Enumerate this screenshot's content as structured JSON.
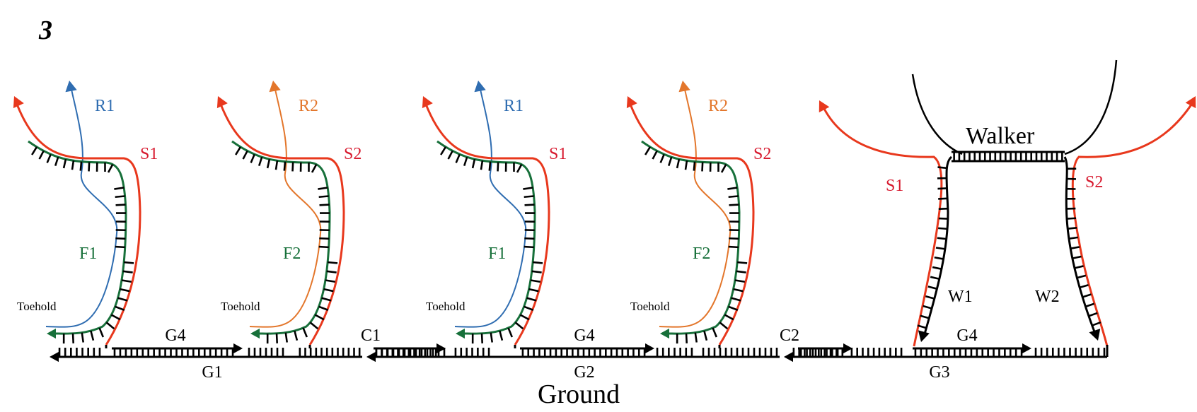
{
  "figure": {
    "panel_number": "3",
    "ground_label": "Ground",
    "walker_label": "Walker"
  },
  "colors": {
    "strand_red": "#e8381d",
    "strand_red_label": "#d7192e",
    "strand_green": "#17703a",
    "strand_blue": "#2f6db1",
    "strand_orange": "#e3762b",
    "backbone": "#000000"
  },
  "units": [
    {
      "fuel": "F1",
      "release": "R1",
      "stator": "S1",
      "toehold": "Toehold",
      "release_color": "blue"
    },
    {
      "fuel": "F2",
      "release": "R2",
      "stator": "S2",
      "toehold": "Toehold",
      "release_color": "orange"
    },
    {
      "fuel": "F1",
      "release": "R1",
      "stator": "S1",
      "toehold": "Toehold",
      "release_color": "blue"
    },
    {
      "fuel": "F2",
      "release": "R2",
      "stator": "S2",
      "toehold": "Toehold",
      "release_color": "orange"
    }
  ],
  "walker_unit": {
    "left_stator": "S1",
    "right_stator": "S2",
    "left_leg": "W1",
    "right_leg": "W2"
  },
  "track": {
    "upper_segments": [
      "G4",
      "C1",
      "G4",
      "C2",
      "G4"
    ],
    "lower_segments": [
      "G1",
      "G2",
      "G3"
    ]
  }
}
